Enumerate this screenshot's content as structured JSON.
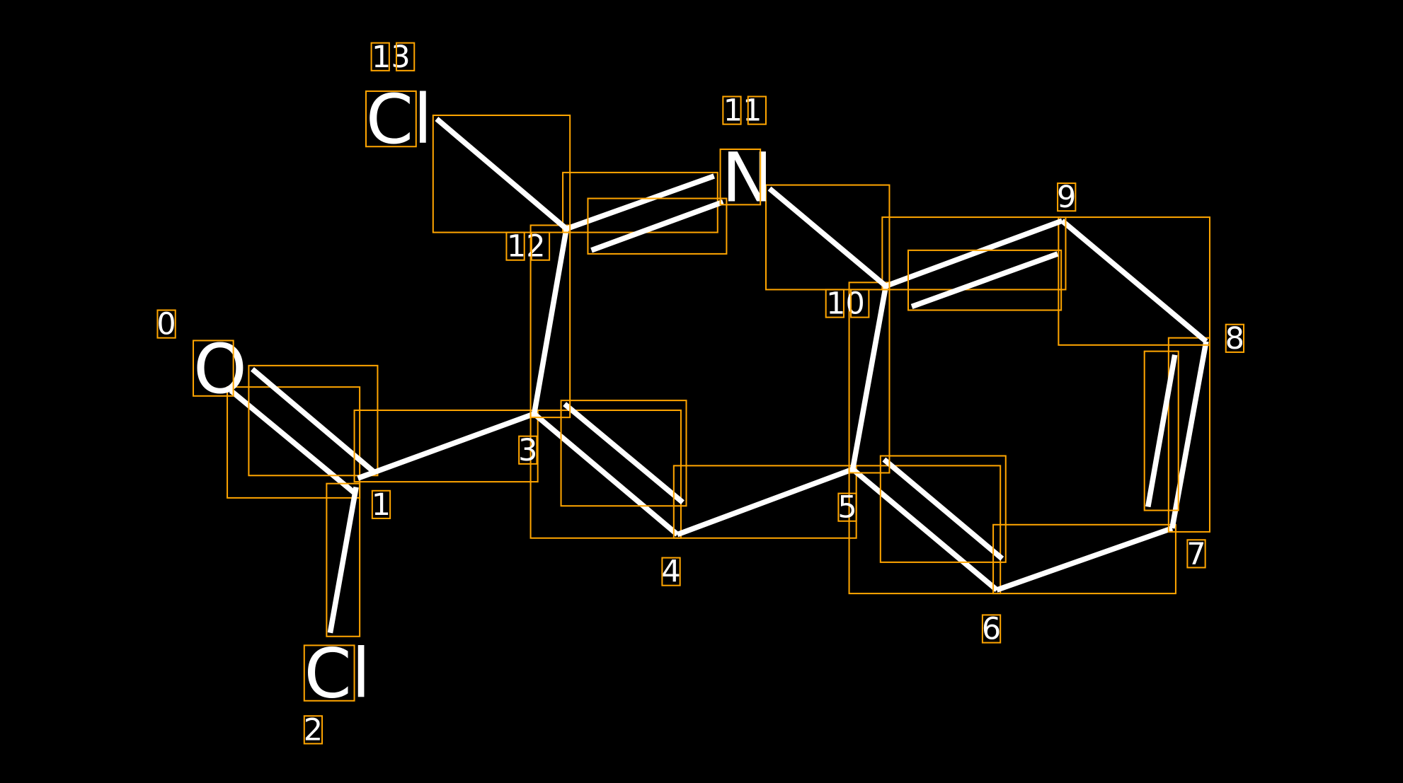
{
  "colors": {
    "background": "#000000",
    "bond": "#FFFFFF",
    "box": "#FFA500"
  },
  "atoms": [
    {
      "index": "0",
      "symbol": "O"
    },
    {
      "index": "1",
      "symbol": ""
    },
    {
      "index": "2",
      "symbol": "Cl"
    },
    {
      "index": "3",
      "symbol": ""
    },
    {
      "index": "4",
      "symbol": ""
    },
    {
      "index": "5",
      "symbol": ""
    },
    {
      "index": "6",
      "symbol": ""
    },
    {
      "index": "7",
      "symbol": ""
    },
    {
      "index": "8",
      "symbol": ""
    },
    {
      "index": "9",
      "symbol": ""
    },
    {
      "index": "10",
      "symbol": ""
    },
    {
      "index": "11",
      "symbol": "N"
    },
    {
      "index": "12",
      "symbol": ""
    },
    {
      "index": "13",
      "symbol": "Cl"
    }
  ],
  "bonds": [
    {
      "from": 0,
      "to": 1,
      "order": 2
    },
    {
      "from": 1,
      "to": 2,
      "order": 1
    },
    {
      "from": 1,
      "to": 3,
      "order": 1
    },
    {
      "from": 3,
      "to": 4,
      "order": 2
    },
    {
      "from": 3,
      "to": 12,
      "order": 1
    },
    {
      "from": 4,
      "to": 5,
      "order": 1
    },
    {
      "from": 5,
      "to": 6,
      "order": 2
    },
    {
      "from": 5,
      "to": 10,
      "order": 1
    },
    {
      "from": 6,
      "to": 7,
      "order": 1
    },
    {
      "from": 7,
      "to": 8,
      "order": 2
    },
    {
      "from": 8,
      "to": 9,
      "order": 1
    },
    {
      "from": 9,
      "to": 10,
      "order": 2
    },
    {
      "from": 10,
      "to": 11,
      "order": 1
    },
    {
      "from": 11,
      "to": 12,
      "order": 2
    },
    {
      "from": 12,
      "to": 13,
      "order": 1
    }
  ]
}
